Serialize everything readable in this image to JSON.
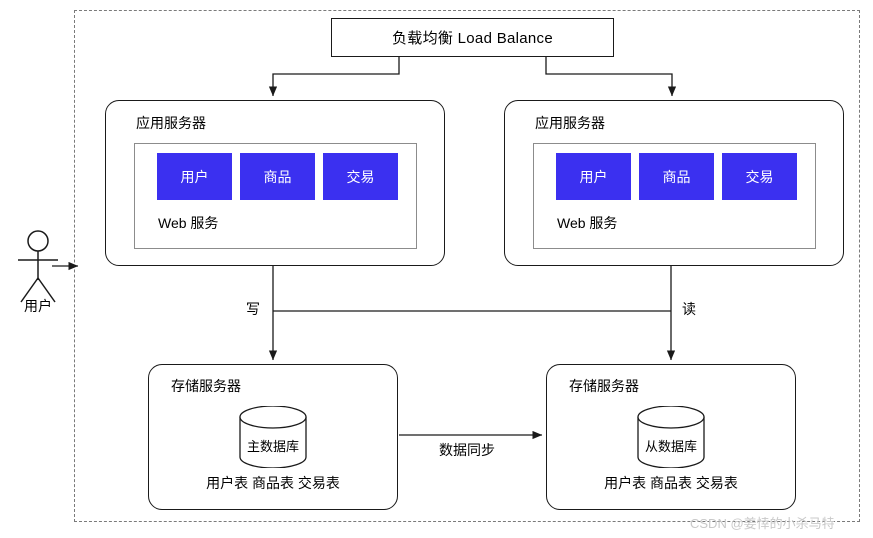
{
  "diagram": {
    "boundary_label": "",
    "load_balance": {
      "label": "负载均衡 Load Balance"
    },
    "actor": {
      "label": "用户",
      "icon": "stick-figure-icon"
    },
    "app_servers": [
      {
        "title": "应用服务器",
        "service_label": "Web 服务",
        "modules": [
          "用户",
          "商品",
          "交易"
        ]
      },
      {
        "title": "应用服务器",
        "service_label": "Web 服务",
        "modules": [
          "用户",
          "商品",
          "交易"
        ]
      }
    ],
    "storage_servers": [
      {
        "title": "存储服务器",
        "database": "主数据库",
        "tables": "用户表 商品表 交易表"
      },
      {
        "title": "存储服务器",
        "database": "从数据库",
        "tables": "用户表 商品表 交易表"
      }
    ],
    "edges": {
      "write": "写",
      "read": "读",
      "sync": "数据同步"
    },
    "colors": {
      "module_blue": "#3b30f0",
      "stroke": "#1a1a1a",
      "inner_stroke": "#8c8c8c",
      "boundary_dash": "#7a7a7a",
      "watermark": "#c9c9c9"
    }
  },
  "watermark": {
    "text": "CSDN @姜悻的小杀马特"
  }
}
